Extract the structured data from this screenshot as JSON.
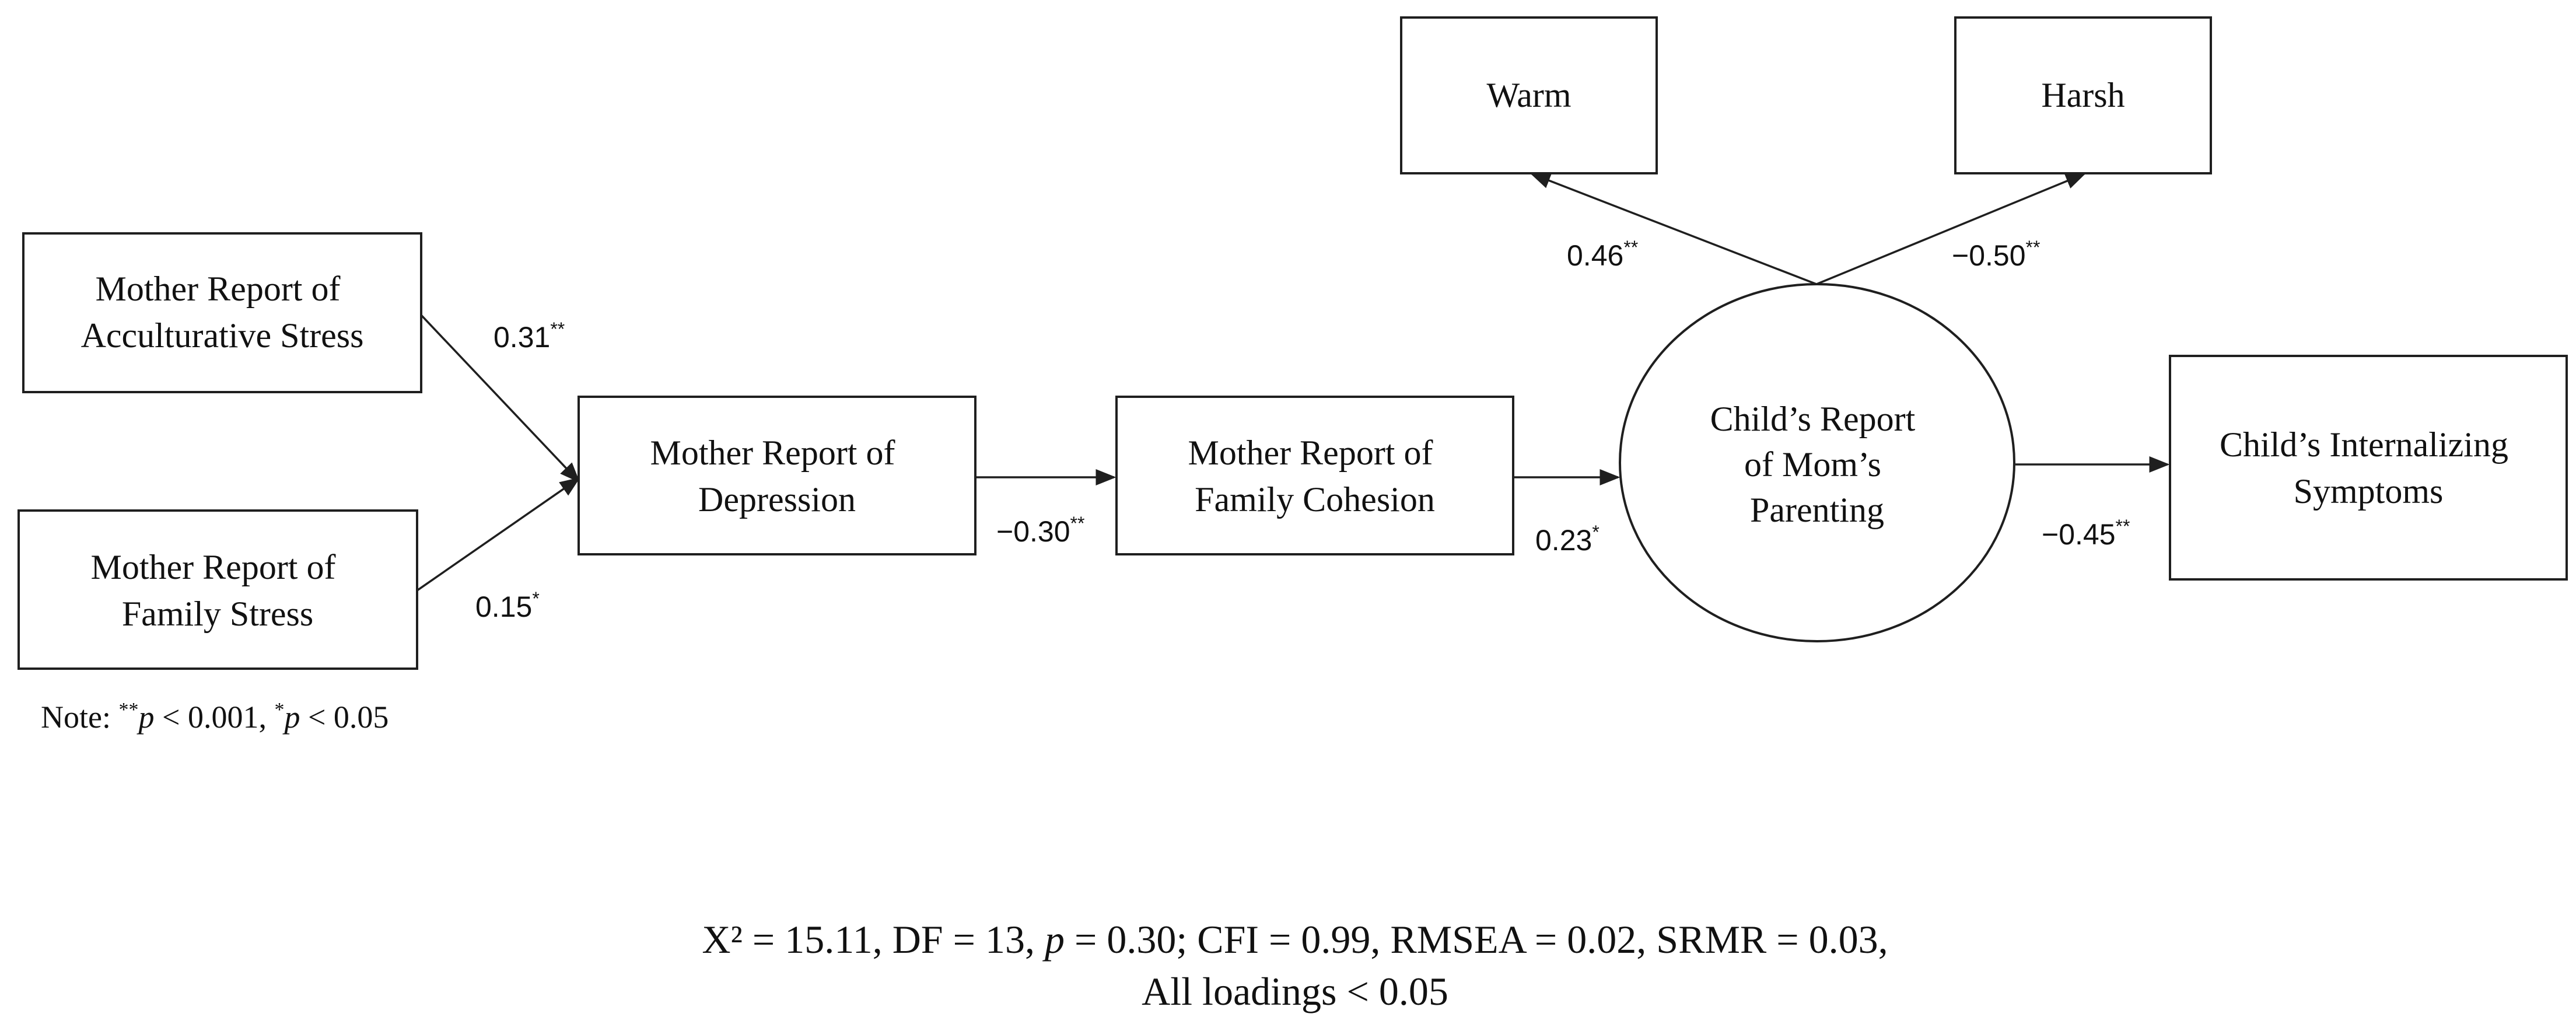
{
  "nodes": {
    "acculturative_stress": {
      "lines": [
        "Mother Report of",
        "Acculturative Stress"
      ]
    },
    "family_stress": {
      "lines": [
        "Mother Report of",
        "Family Stress"
      ]
    },
    "depression": {
      "lines": [
        "Mother Report of",
        "Depression"
      ]
    },
    "family_cohesion": {
      "lines": [
        "Mother Report of",
        "Family Cohesion"
      ]
    },
    "parenting": {
      "lines": [
        "Child’s Report",
        "of Mom’s",
        "Parenting"
      ]
    },
    "internalizing": {
      "lines": [
        "Child’s Internalizing",
        "Symptoms"
      ]
    },
    "warm": {
      "lines": [
        "Warm"
      ]
    },
    "harsh": {
      "lines": [
        "Harsh"
      ]
    }
  },
  "paths": {
    "acculturative_to_depression": {
      "value": "0.31",
      "stars": "**"
    },
    "family_stress_to_depression": {
      "value": "0.15",
      "stars": "*"
    },
    "depression_to_cohesion": {
      "value": "−0.30",
      "stars": "**"
    },
    "cohesion_to_parenting": {
      "value": "0.23",
      "stars": "*"
    },
    "parenting_to_internalizing": {
      "value": "−0.45",
      "stars": "**"
    },
    "parenting_to_warm": {
      "value": "0.46",
      "stars": "**"
    },
    "parenting_to_harsh": {
      "value": "−0.50",
      "stars": "**"
    }
  },
  "note": {
    "prefix": "Note: ",
    "stars_double": "**",
    "p_symbol": "p",
    "threshold_double": " < 0.001, ",
    "stars_single": "*",
    "threshold_single": " < 0.05"
  },
  "fit": {
    "line1_before_p": "X² = 15.11, DF = 13,  ",
    "p_symbol": "p",
    "line1_after_p": " = 0.30; CFI = 0.99, RMSEA = 0.02, SRMR = 0.03,",
    "line2": "All loadings < 0.05"
  }
}
